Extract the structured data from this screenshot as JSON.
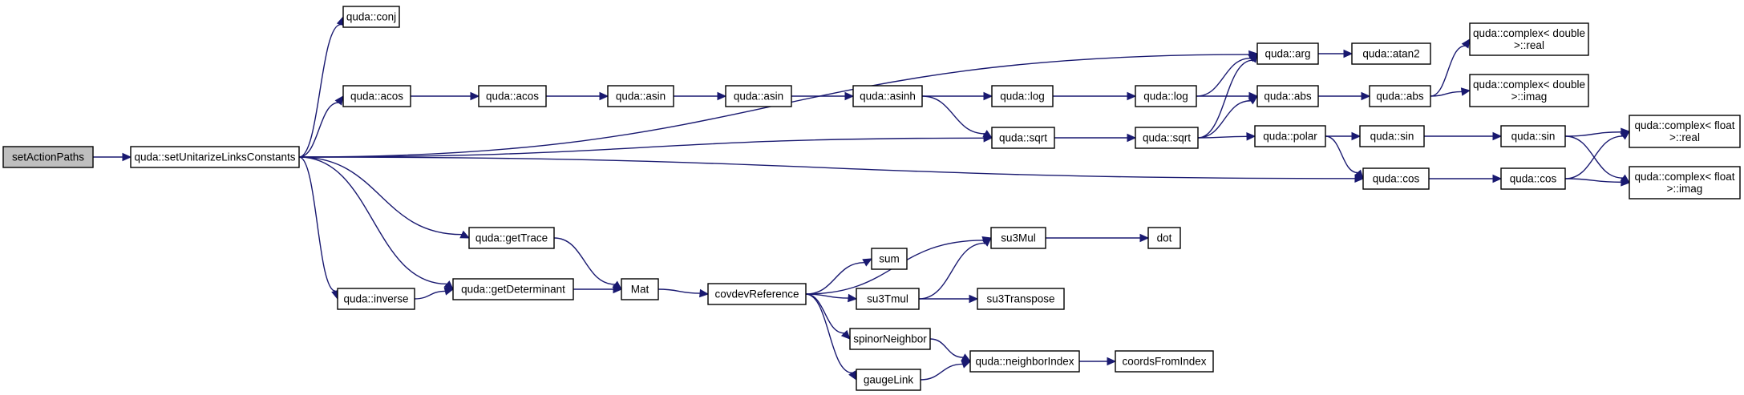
{
  "diagram": {
    "type": "call-graph",
    "nodes": [
      {
        "id": "setActionPaths",
        "label": [
          "setActionPaths"
        ],
        "root": true
      },
      {
        "id": "setUnitarize",
        "label": [
          "quda::setUnitarizeLinksConstants"
        ]
      },
      {
        "id": "conj",
        "label": [
          "quda::conj"
        ]
      },
      {
        "id": "acos1",
        "label": [
          "quda::acos"
        ]
      },
      {
        "id": "acos2",
        "label": [
          "quda::acos"
        ]
      },
      {
        "id": "asin1",
        "label": [
          "quda::asin"
        ]
      },
      {
        "id": "asin2",
        "label": [
          "quda::asin"
        ]
      },
      {
        "id": "asinh",
        "label": [
          "quda::asinh"
        ]
      },
      {
        "id": "log1",
        "label": [
          "quda::log"
        ]
      },
      {
        "id": "log2",
        "label": [
          "quda::log"
        ]
      },
      {
        "id": "arg",
        "label": [
          "quda::arg"
        ]
      },
      {
        "id": "atan2",
        "label": [
          "quda::atan2"
        ]
      },
      {
        "id": "abs1",
        "label": [
          "quda::abs"
        ]
      },
      {
        "id": "abs2",
        "label": [
          "quda::abs"
        ]
      },
      {
        "id": "cd_real",
        "label": [
          "quda::complex< double",
          ">::real"
        ]
      },
      {
        "id": "cd_imag",
        "label": [
          "quda::complex< double",
          ">::imag"
        ]
      },
      {
        "id": "sqrt1",
        "label": [
          "quda::sqrt"
        ]
      },
      {
        "id": "sqrt2",
        "label": [
          "quda::sqrt"
        ]
      },
      {
        "id": "polar",
        "label": [
          "quda::polar"
        ]
      },
      {
        "id": "sin1",
        "label": [
          "quda::sin"
        ]
      },
      {
        "id": "sin2",
        "label": [
          "quda::sin"
        ]
      },
      {
        "id": "cos1",
        "label": [
          "quda::cos"
        ]
      },
      {
        "id": "cos2",
        "label": [
          "quda::cos"
        ]
      },
      {
        "id": "cf_real",
        "label": [
          "quda::complex< float",
          ">::real"
        ]
      },
      {
        "id": "cf_imag",
        "label": [
          "quda::complex< float",
          ">::imag"
        ]
      },
      {
        "id": "getTrace",
        "label": [
          "quda::getTrace"
        ]
      },
      {
        "id": "inverse",
        "label": [
          "quda::inverse"
        ]
      },
      {
        "id": "getDet",
        "label": [
          "quda::getDeterminant"
        ]
      },
      {
        "id": "Mat",
        "label": [
          "Mat"
        ]
      },
      {
        "id": "covdev",
        "label": [
          "covdevReference"
        ]
      },
      {
        "id": "su3Mul",
        "label": [
          "su3Mul"
        ]
      },
      {
        "id": "dot",
        "label": [
          "dot"
        ]
      },
      {
        "id": "sum",
        "label": [
          "sum"
        ]
      },
      {
        "id": "su3Tmul",
        "label": [
          "su3Tmul"
        ]
      },
      {
        "id": "su3Transpose",
        "label": [
          "su3Transpose"
        ]
      },
      {
        "id": "spinorNeighbor",
        "label": [
          "spinorNeighbor"
        ]
      },
      {
        "id": "gaugeLink",
        "label": [
          "gaugeLink"
        ]
      },
      {
        "id": "neighborIndex",
        "label": [
          "quda::neighborIndex"
        ]
      },
      {
        "id": "coordsFromIndex",
        "label": [
          "coordsFromIndex"
        ]
      }
    ],
    "edges": [
      [
        "setActionPaths",
        "setUnitarize"
      ],
      [
        "setUnitarize",
        "conj"
      ],
      [
        "setUnitarize",
        "arg"
      ],
      [
        "setUnitarize",
        "acos1"
      ],
      [
        "setUnitarize",
        "sqrt1"
      ],
      [
        "setUnitarize",
        "cos1"
      ],
      [
        "setUnitarize",
        "getTrace"
      ],
      [
        "setUnitarize",
        "getDet"
      ],
      [
        "setUnitarize",
        "inverse"
      ],
      [
        "acos1",
        "acos2"
      ],
      [
        "acos2",
        "asin1"
      ],
      [
        "asin1",
        "asin2"
      ],
      [
        "asin2",
        "asinh"
      ],
      [
        "asinh",
        "log1"
      ],
      [
        "asinh",
        "sqrt1"
      ],
      [
        "log1",
        "log2"
      ],
      [
        "log2",
        "arg"
      ],
      [
        "log2",
        "abs1"
      ],
      [
        "sqrt1",
        "sqrt2"
      ],
      [
        "sqrt2",
        "arg"
      ],
      [
        "sqrt2",
        "abs1"
      ],
      [
        "sqrt2",
        "polar"
      ],
      [
        "arg",
        "atan2"
      ],
      [
        "abs1",
        "abs2"
      ],
      [
        "abs2",
        "cd_real"
      ],
      [
        "abs2",
        "cd_imag"
      ],
      [
        "polar",
        "sin1"
      ],
      [
        "polar",
        "cos1"
      ],
      [
        "sin1",
        "sin2"
      ],
      [
        "cos1",
        "cos2"
      ],
      [
        "sin2",
        "cf_real"
      ],
      [
        "sin2",
        "cf_imag"
      ],
      [
        "cos2",
        "cf_real"
      ],
      [
        "cos2",
        "cf_imag"
      ],
      [
        "inverse",
        "getDet"
      ],
      [
        "getTrace",
        "Mat"
      ],
      [
        "getDet",
        "Mat"
      ],
      [
        "Mat",
        "covdev"
      ],
      [
        "covdev",
        "su3Mul"
      ],
      [
        "covdev",
        "sum"
      ],
      [
        "covdev",
        "su3Tmul"
      ],
      [
        "covdev",
        "spinorNeighbor"
      ],
      [
        "covdev",
        "gaugeLink"
      ],
      [
        "su3Mul",
        "dot"
      ],
      [
        "su3Tmul",
        "su3Mul"
      ],
      [
        "su3Tmul",
        "su3Transpose"
      ],
      [
        "spinorNeighbor",
        "neighborIndex"
      ],
      [
        "gaugeLink",
        "neighborIndex"
      ],
      [
        "neighborIndex",
        "coordsFromIndex"
      ]
    ],
    "colors": {
      "edge": "#191970",
      "node_border": "#000000",
      "root_fill": "#bfbfbf",
      "node_fill": "#ffffff"
    }
  }
}
